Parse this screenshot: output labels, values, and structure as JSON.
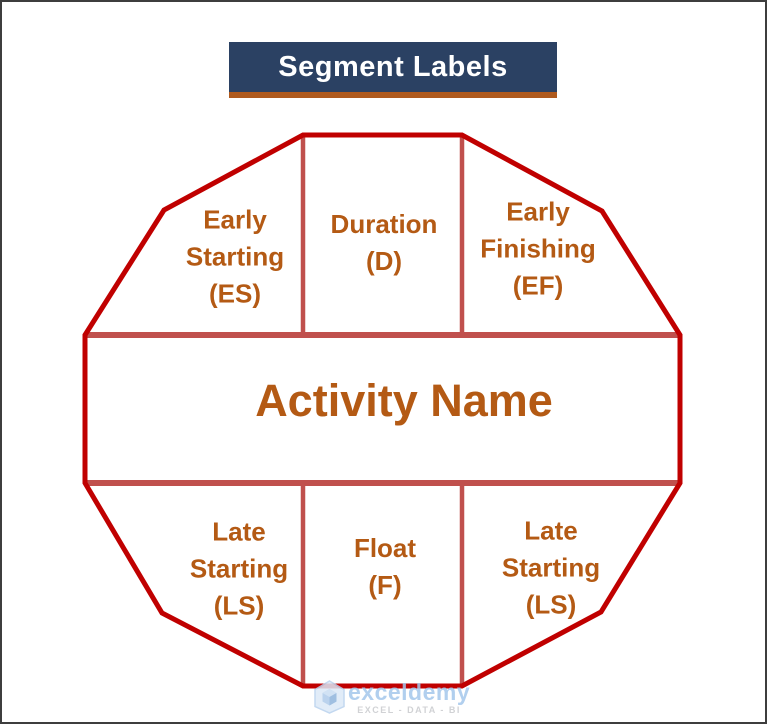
{
  "title": {
    "label": "Segment Labels"
  },
  "diagram": {
    "shape": "decagon-activity-node",
    "segments": {
      "early_starting": [
        "Early",
        "Starting",
        "(ES)"
      ],
      "duration": [
        "Duration",
        "(D)"
      ],
      "early_finishing": [
        "Early",
        "Finishing",
        "(EF)"
      ],
      "activity_name": "Activity Name",
      "late_starting_left": [
        "Late",
        "Starting",
        "(LS)"
      ],
      "float": [
        "Float",
        "(F)"
      ],
      "late_starting_right": [
        "Late",
        "Starting",
        "(LS)"
      ]
    },
    "colors": {
      "outline": "#C00000",
      "dividers": "#C0504D",
      "label_text": "#B45A14",
      "title_bg": "#2B4163",
      "title_text": "#FFFFFF",
      "title_underline": "#AF5A1E"
    }
  },
  "watermark": {
    "brand": "exceldemy",
    "tagline": "EXCEL - DATA - BI"
  }
}
